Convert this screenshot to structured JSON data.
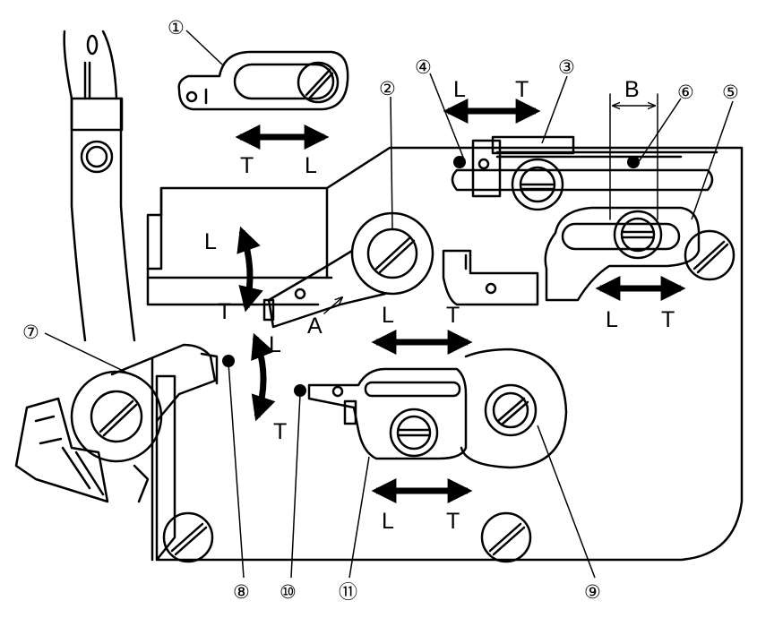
{
  "parts": {
    "p1": "①",
    "p2": "②",
    "p3": "③",
    "p4": "④",
    "p5": "⑤",
    "p6": "⑥",
    "p7": "⑦",
    "p8": "⑧",
    "p9": "⑨",
    "p10": "⑩",
    "p11": "⑪"
  },
  "direction_labels": {
    "t": "T",
    "l": "L"
  },
  "dimension_labels": {
    "a": "A",
    "b": "B"
  }
}
